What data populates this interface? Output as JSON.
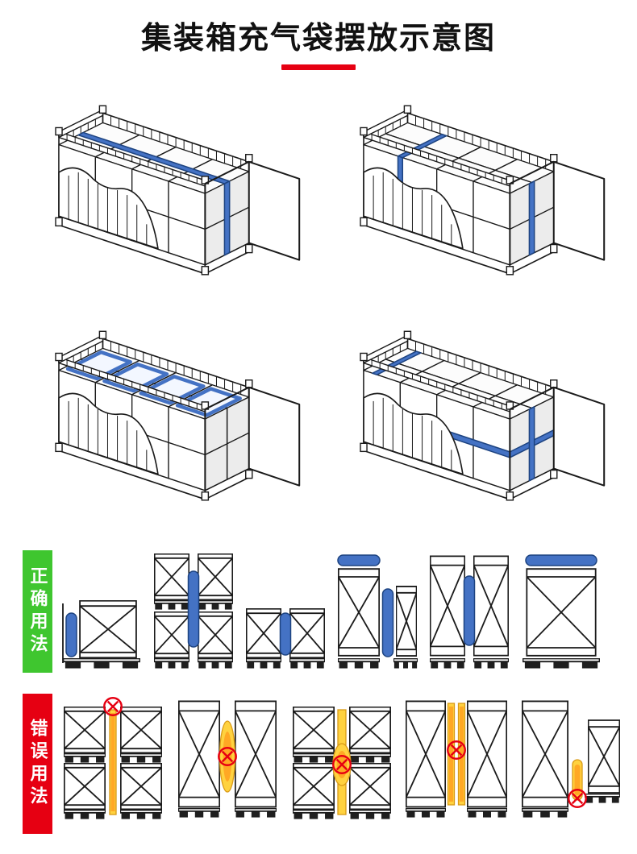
{
  "page": {
    "title": "集装箱充气袋摆放示意图"
  },
  "sections": {
    "correct": {
      "label": "正确用法"
    },
    "wrong": {
      "label": "错误用法"
    }
  },
  "colors": {
    "accent_red": "#e60012",
    "label_green": "#3fc62f",
    "bag_blue": "#4472c4",
    "bag_yellow": "#ffd23f",
    "bag_orange": "#ff9d1e",
    "line_dark": "#1a1a1a"
  }
}
